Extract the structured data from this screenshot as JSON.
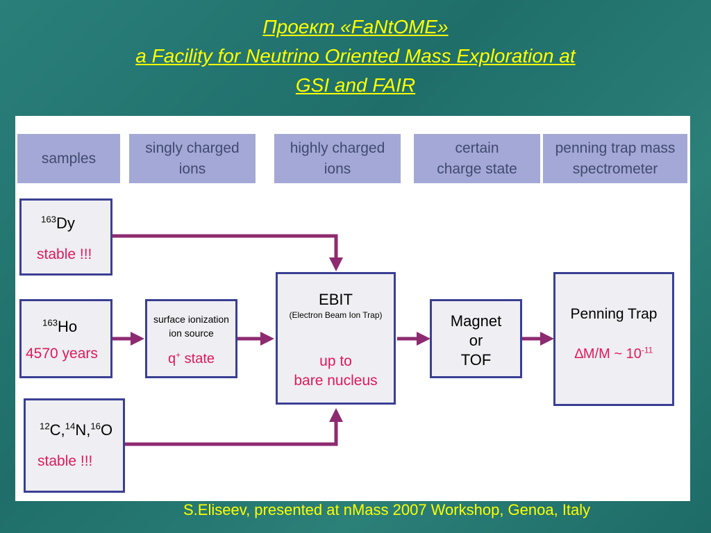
{
  "title": {
    "line1": "Проект «FaNtOME»",
    "line2": "a Facility for Neutrino Oriented Mass Exploration at",
    "line3": "GSI and FAIR"
  },
  "headers": {
    "samples": "samples",
    "singly_l1": "singly charged",
    "singly_l2": "ions",
    "highly_l1": "highly charged",
    "highly_l2": "ions",
    "certain_l1": "certain",
    "certain_l2": "charge state",
    "penning_l1": "penning trap mass",
    "penning_l2": "spectrometer"
  },
  "boxes": {
    "dy": {
      "mass": "163",
      "symbol": "Dy",
      "note": "stable !!!"
    },
    "ho": {
      "mass": "163",
      "symbol": "Ho",
      "note": "4570 years"
    },
    "cno": {
      "m1": "12",
      "s1": "C,",
      "m2": "14",
      "s2": "N,",
      "m3": "16",
      "s3": "O",
      "note": "stable !!!"
    },
    "source": {
      "l1": "surface ionization",
      "l2": "ion source",
      "q": "q",
      "qsup": "+",
      "state": " state"
    },
    "ebit": {
      "name": "EBIT",
      "full": "(Electron Beam Ion Trap)",
      "l1": "up to",
      "l2": "bare nucleus"
    },
    "magnet": {
      "l1": "Magnet",
      "l2": "or",
      "l3": "TOF"
    },
    "penning": {
      "name": "Penning Trap",
      "res": "∆M/M ~ 10",
      "exp": "-11"
    }
  },
  "footer": "S.Eliseev, presented at nMass 2007 Workshop, Genoa, Italy"
}
